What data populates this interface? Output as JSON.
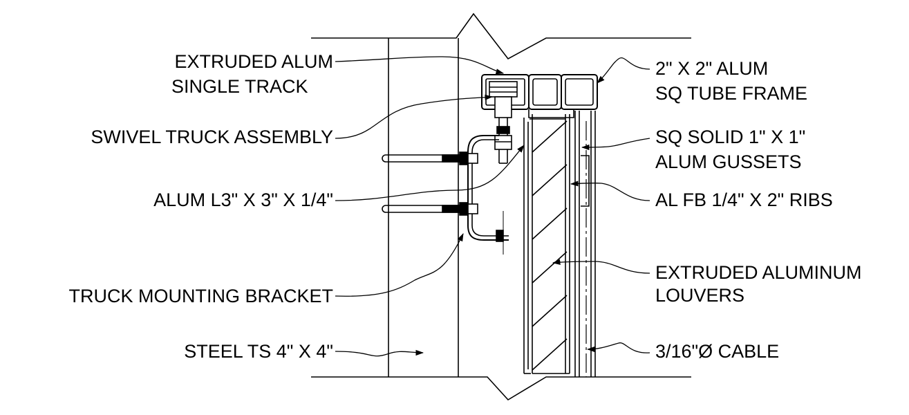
{
  "colors": {
    "ink": "#000000",
    "paper": "#ffffff"
  },
  "labels": {
    "extruded_track_line1": "EXTRUDED ALUM",
    "extruded_track_line2": "SINGLE TRACK",
    "swivel_truck": "SWIVEL TRUCK ASSEMBLY",
    "alum_angle": "ALUM L3\" X 3\" X 1/4\"",
    "truck_bracket": "TRUCK MOUNTING BRACKET",
    "steel_ts": "STEEL TS 4\" X 4\"",
    "sq_tube_line1": "2\" X 2\" ALUM",
    "sq_tube_line2": "SQ TUBE FRAME",
    "gussets_line1": "SQ SOLID 1\" X 1\"",
    "gussets_line2": "ALUM GUSSETS",
    "ribs": "AL FB 1/4\" X 2\" RIBS",
    "louvers_line1": "EXTRUDED ALUMINUM",
    "louvers_line2": "LOUVERS",
    "cable": "3/16\"Ø CABLE"
  }
}
